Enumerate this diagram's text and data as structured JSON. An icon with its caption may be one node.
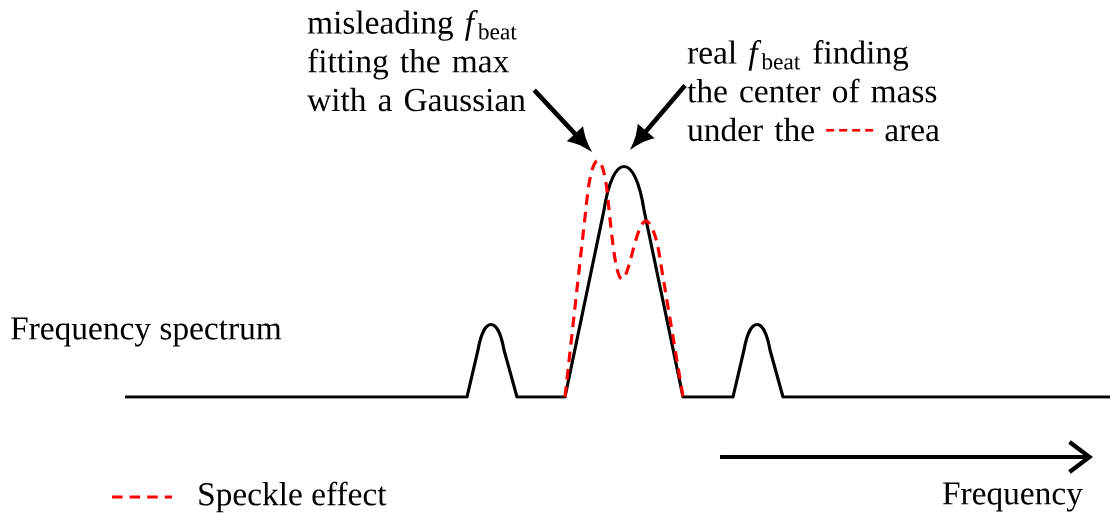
{
  "diagram": {
    "nodes": [
      {
        "text": [
          "misleading *f*$_{beat}$ fitting the max with a Gaussian"
        ]
      },
      {
        "text": [
          "real *f*$_{beat}$ finding the center of mass under the",
          "area"
        ]
      }
    ],
    "edges": [
      {
        "from": 0,
        "to": null,
        "arrow": "to"
      },
      {
        "from": 1,
        "to": null,
        "arrow": "to"
      }
    ],
    "labels": [
      "Frequency spectrum",
      "Frequency"
    ],
    "legend": [
      {
        "text": "Speckle effect"
      }
    ]
  }
}
